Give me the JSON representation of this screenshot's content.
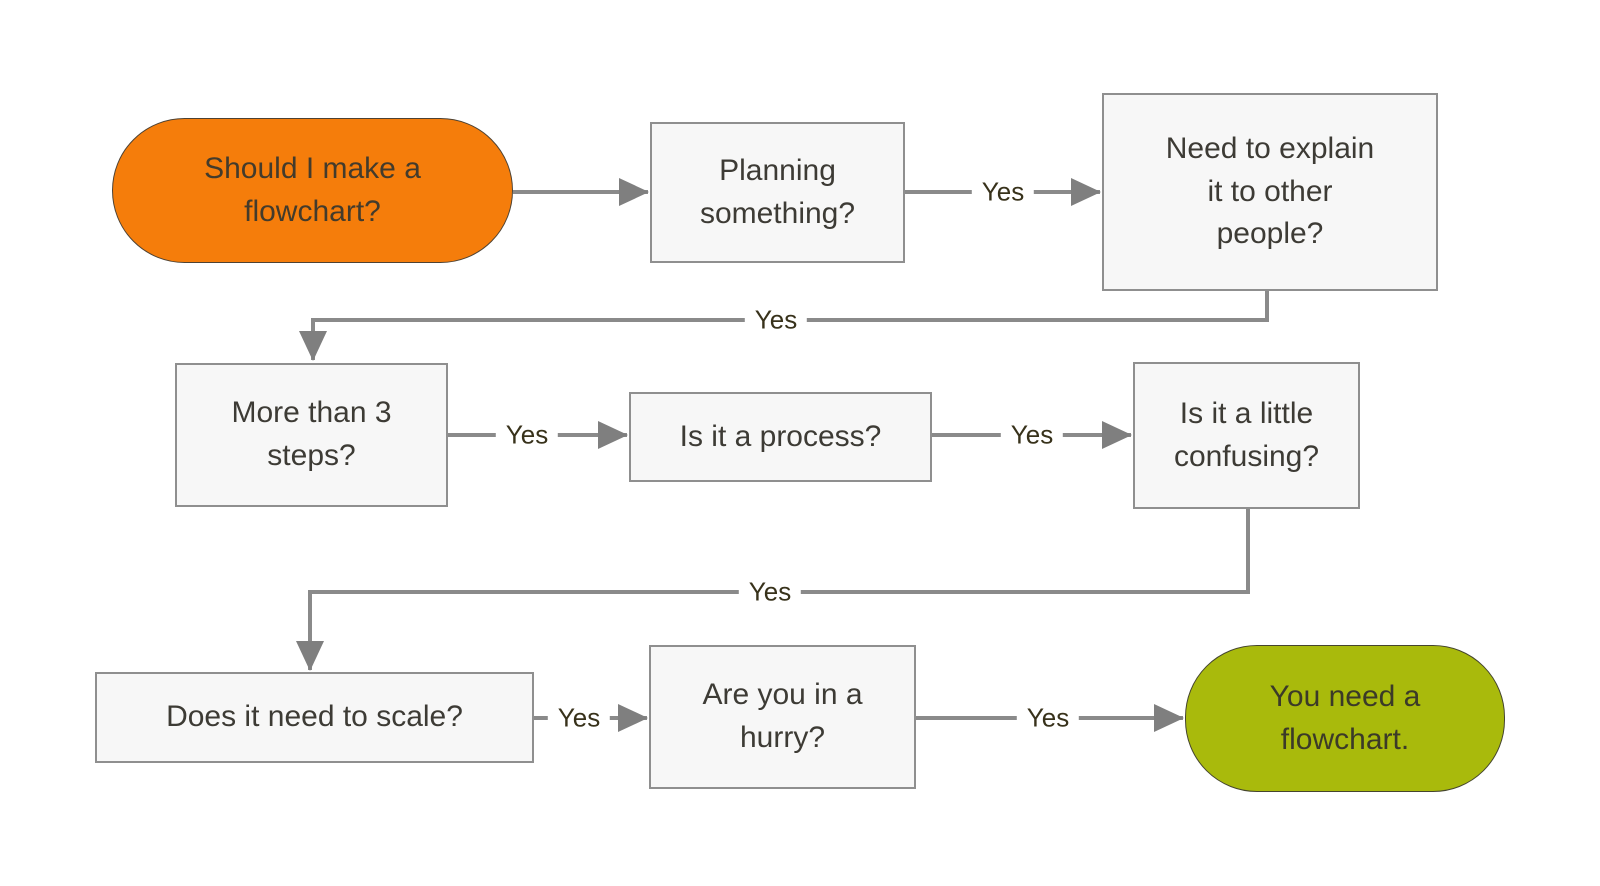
{
  "diagram": {
    "type": "flowchart",
    "background": "#ffffff",
    "colors": {
      "start_fill": "#f57d0b",
      "end_fill": "#a9ba0c",
      "box_fill": "#f7f7f7",
      "box_border": "#8f8f8f",
      "connector": "#8a8a8a",
      "arrowhead": "#7f7f7f",
      "node_text": "#3d3b35",
      "edge_label_text": "#38321b"
    },
    "nodes": [
      {
        "id": "start",
        "shape": "stadium",
        "label": "Should I make a\nflowchart?"
      },
      {
        "id": "planning",
        "shape": "rectangle",
        "label": "Planning\nsomething?"
      },
      {
        "id": "explain",
        "shape": "rectangle",
        "label": "Need to explain\nit to other\npeople?"
      },
      {
        "id": "steps",
        "shape": "rectangle",
        "label": "More than 3\nsteps?"
      },
      {
        "id": "process",
        "shape": "rectangle",
        "label": "Is it a process?"
      },
      {
        "id": "confusing",
        "shape": "rectangle",
        "label": "Is it a little\nconfusing?"
      },
      {
        "id": "scale",
        "shape": "rectangle",
        "label": "Does it need to scale?"
      },
      {
        "id": "hurry",
        "shape": "rectangle",
        "label": "Are you in a\nhurry?"
      },
      {
        "id": "end",
        "shape": "stadium",
        "label": "You need a\nflowchart."
      }
    ],
    "edges": [
      {
        "from": "start",
        "to": "planning",
        "label": ""
      },
      {
        "from": "planning",
        "to": "explain",
        "label": "Yes"
      },
      {
        "from": "explain",
        "to": "steps",
        "label": "Yes"
      },
      {
        "from": "steps",
        "to": "process",
        "label": "Yes"
      },
      {
        "from": "process",
        "to": "confusing",
        "label": "Yes"
      },
      {
        "from": "confusing",
        "to": "scale",
        "label": "Yes"
      },
      {
        "from": "scale",
        "to": "hurry",
        "label": "Yes"
      },
      {
        "from": "hurry",
        "to": "end",
        "label": "Yes"
      }
    ]
  }
}
